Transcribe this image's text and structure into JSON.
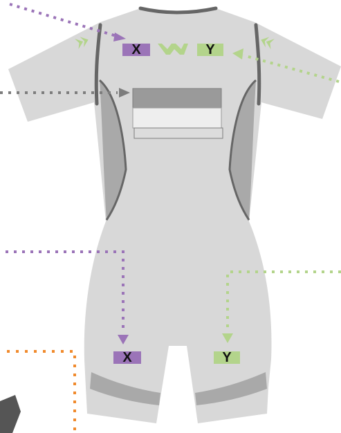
{
  "labels": {
    "chest_left": "X",
    "chest_right": "Y",
    "leg_left": "X",
    "leg_right": "Y"
  },
  "colors": {
    "suit_fill": "#d8d8d8",
    "side_panel": "#a9a9a9",
    "seam": "#666666",
    "purple_accent": "#9b74b8",
    "green_accent": "#b3d48b",
    "gray_pointer": "#7d7d7d",
    "orange_pointer": "#f08a2c",
    "print_box_dark": "#9a9a9a",
    "print_box_light": "#eeeeee"
  },
  "icons": [
    "logo-chevron-icon",
    "logo-chevron-icon",
    "logo-chevron-icon"
  ]
}
